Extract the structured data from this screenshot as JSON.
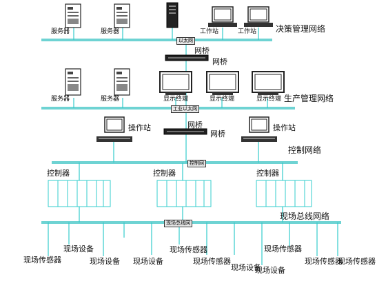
{
  "top_network": {
    "name": "决策管理网络",
    "bus_label": "以太网",
    "servers": [
      "服务器",
      "服务器"
    ],
    "workstations": [
      "工作站",
      "工作站"
    ]
  },
  "bridge_1": {
    "label": "网桥",
    "label_2": "网桥"
  },
  "production_network": {
    "name": "生产管理网络",
    "bus_label": "工业以太网",
    "servers": [
      "服务器",
      "服务器"
    ],
    "terminals": [
      "显示终端",
      "显示终端",
      "显示终端"
    ]
  },
  "bridge_2": {
    "label": "网桥",
    "label_2": "网桥"
  },
  "control_network": {
    "name": "控制网络",
    "bus_label": "控制网",
    "stations": [
      "操作站",
      "操作站"
    ],
    "controllers": [
      "控制器",
      "控制器",
      "控制器"
    ]
  },
  "fieldbus_network": {
    "name": "现场总线网络",
    "bus_label": "现场总线网",
    "devices": [
      "现场设备",
      "现场传感器",
      "现场设备",
      "现场设备",
      "现场设备",
      "现场传感器",
      "现场传感器",
      "现场传感器",
      "现场设备",
      "现场传感器",
      "现场传感器"
    ]
  },
  "colors": {
    "bus": "#7fdada",
    "line": "#33cccc",
    "device": "#222222"
  }
}
